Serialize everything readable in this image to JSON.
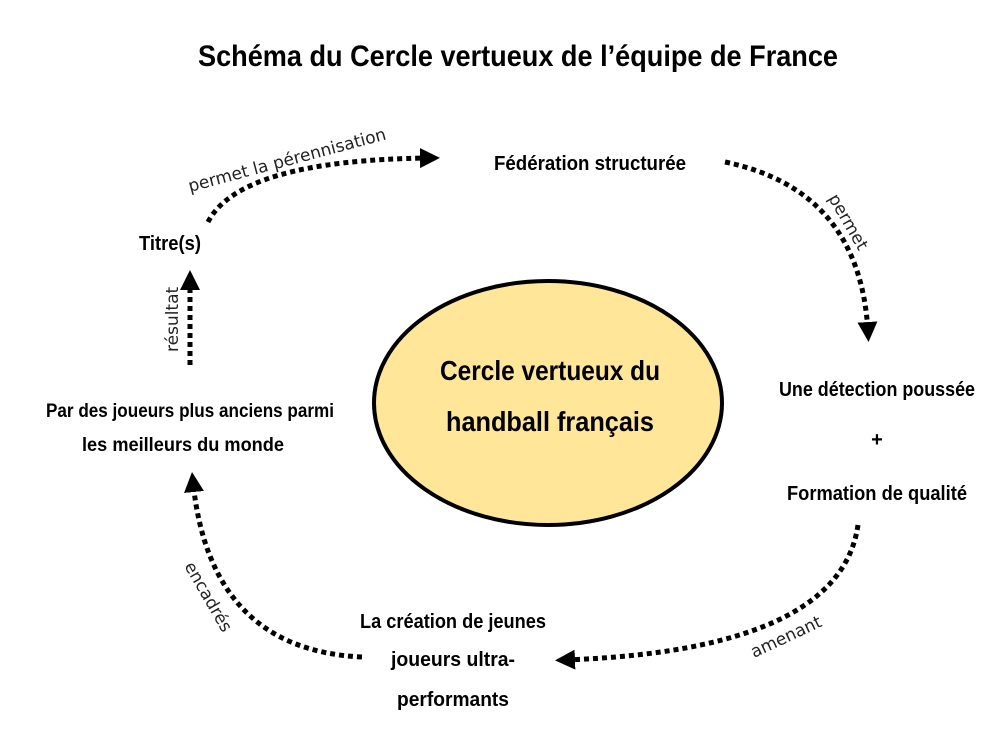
{
  "title": "Schéma du Cercle vertueux de l’équipe de France",
  "center": {
    "line1": "Cercle vertueux du",
    "line2": "handball français",
    "fill": "#FFE699"
  },
  "nodes": {
    "federation": "Fédération structurée",
    "detection": "Une détection poussée",
    "plus": "+",
    "formation": "Formation de qualité",
    "creation": [
      "La création de jeunes",
      "joueurs ultra-",
      "performants"
    ],
    "anciens": [
      "Par des joueurs plus anciens  parmi",
      "les meilleurs  du monde"
    ],
    "titres": "Titre(s)"
  },
  "edges": {
    "perennisation": "permet la pérennisation",
    "permet": "permet",
    "amenant": "amenant",
    "encadres": "encadrés",
    "resultat": "résultat"
  }
}
